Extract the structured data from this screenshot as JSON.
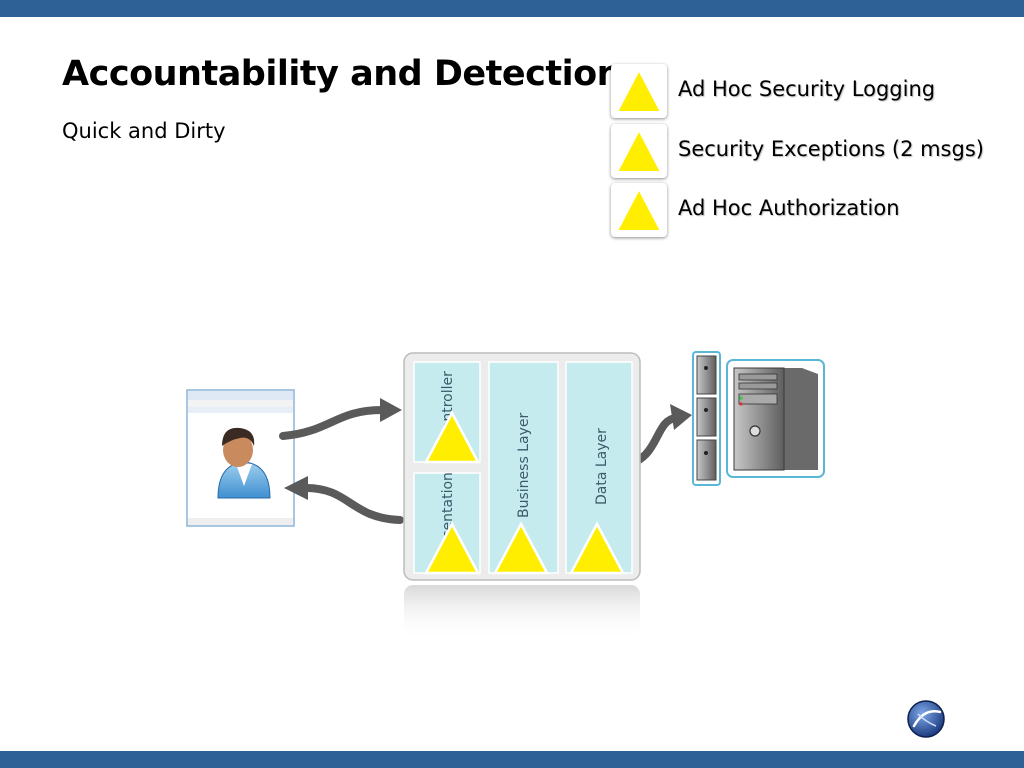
{
  "slide": {
    "title": "Accountability and Detection",
    "subtitle": "Quick and Dirty"
  },
  "legend": [
    {
      "label": "Ad Hoc Security Logging",
      "icon": "warning-triangle-icon"
    },
    {
      "label": "Security Exceptions (2 msgs)",
      "icon": "warning-triangle-icon"
    },
    {
      "label": "Ad Hoc Authorization",
      "icon": "warning-triangle-icon"
    }
  ],
  "layers": {
    "controller": "Controller",
    "presentation": "Presentation",
    "business": "Business Layer",
    "data": "Data Layer"
  },
  "colors": {
    "header_bar": "#2e6195",
    "warning_fill": "#ffee00",
    "layer_fill": "#c6ebee",
    "arrow": "#5a5a5a"
  }
}
